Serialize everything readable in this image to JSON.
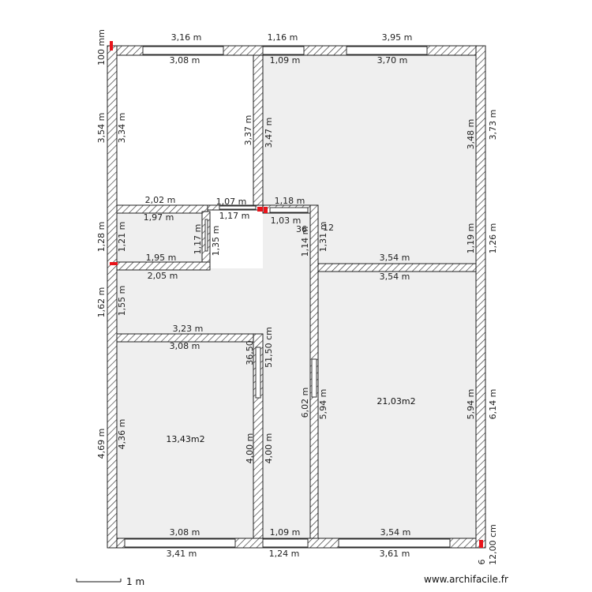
{
  "plan": {
    "dimensions": {
      "top_outer_left": "3,16 m",
      "top_outer_mid": "1,16 m",
      "top_outer_right": "3,95 m",
      "top_inner_left": "3,08 m",
      "top_inner_mid": "1,09 m",
      "top_inner_right": "3,70 m",
      "left_outer_top": "100 mm",
      "left_outer_1": "3,54 m",
      "left_inner_1": "3,34 m",
      "left_outer_2": "1,28 m",
      "left_inner_2": "1,21 m",
      "left_outer_3": "1,62 m",
      "left_inner_3": "1,55 m",
      "left_outer_4": "4,69 m",
      "left_inner_4": "4,36 m",
      "room1_right_wall_outer": "3,37 m",
      "room1_right_wall_inner": "3,47 m",
      "wc_top_outer": "2,02 m",
      "wc_top_inner": "1,97 m",
      "wc_bottom_inner": "1,95 m",
      "wc_bottom_outer": "2,05 m",
      "wc_right_inner": "1,17 m",
      "wc_right_outer": "1,35 m",
      "passage_top": "1,07 m",
      "passage_bottom": "1,17 m",
      "hall_top_outer": "1,18 m",
      "hall_top_inner": "1,03 m",
      "hall_overlap": "36",
      "hall_overlap2": "12",
      "hall_left_wall": "1,14 m",
      "hall_right_wall": "1,31 m",
      "right_mid_wall_top": "3,54 m",
      "right_mid_wall_bottom": "3,54 m",
      "right_inner_1": "3,48 m",
      "right_outer_1": "3,73 m",
      "right_inner_2": "1,19 m",
      "right_outer_2": "1,26 m",
      "right_inner_3": "5,94 m",
      "right_outer_3": "6,14 m",
      "right_outer_bottom": "12,00 cm",
      "right_outer_bottom2": "6",
      "bedroom_top_outer": "3,23 m",
      "bedroom_top_inner": "3,08 m",
      "bedroom_right_door": "36,50",
      "bedroom_right_door2": "51,50 cm",
      "bedroom_right_inner": "4,00 m",
      "bedroom_right_outer": "4,00 m",
      "corridor_left": "6,02 m",
      "corridor_right": "5,94 m",
      "bottom_inner_left": "3,08 m",
      "bottom_inner_mid": "1,09 m",
      "bottom_inner_right": "3,54 m",
      "bottom_outer_left": "3,41 m",
      "bottom_outer_mid": "1,24 m",
      "bottom_outer_right": "3,61 m"
    },
    "areas": {
      "bedroom": "13,43m2",
      "right_room": "21,03m2"
    },
    "scale_label": "1 m",
    "credit": "www.archifacile.fr",
    "colors": {
      "wall_stroke": "#222222",
      "room_fill": "#efefef",
      "marker": "#e8141b"
    }
  }
}
